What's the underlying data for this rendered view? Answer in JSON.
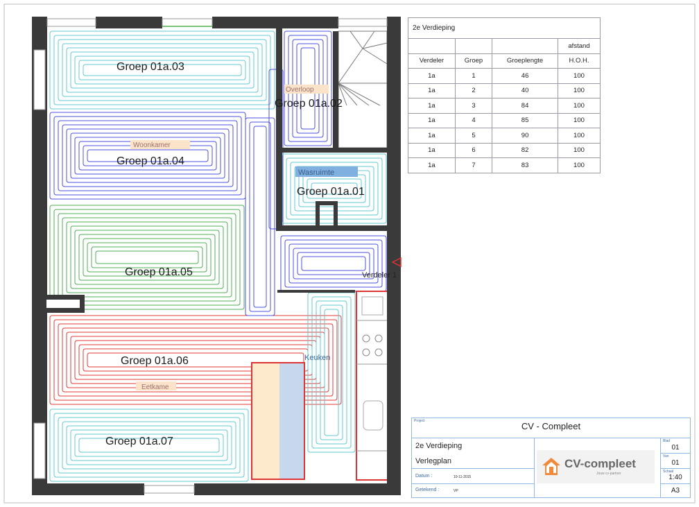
{
  "drawing": {
    "groups": [
      {
        "name": "Groep 01a.03",
        "color": "#5cc9d6"
      },
      {
        "name": "Groep 01a.02",
        "color": "#4b4fe0"
      },
      {
        "name": "Groep 01a.04",
        "color": "#4b4fe0"
      },
      {
        "name": "Groep 01a.01",
        "color": "#5cc9d6"
      },
      {
        "name": "Groep 01a.05",
        "color": "#4caf50"
      },
      {
        "name": "Groep 01a.06",
        "color": "#e53935"
      },
      {
        "name": "Groep 01a.07",
        "color": "#5cc9d6"
      }
    ],
    "rooms": {
      "overloop": "Overloop",
      "woonkamer": "Woonkamer",
      "wasruimte": "Wasruimte",
      "keuken": "Keuken",
      "eetkamer": "Eetkame"
    },
    "manifold_label": "Verdeler 1",
    "wall_color": "#3a3a3a"
  },
  "schedule": {
    "title": "2e Verdieping",
    "header_top": "afstand",
    "headers": [
      "Verdeler",
      "Groep",
      "Groeplengte",
      "H.O.H."
    ],
    "rows": [
      [
        "1a",
        "1",
        "46",
        "100"
      ],
      [
        "1a",
        "2",
        "40",
        "100"
      ],
      [
        "1a",
        "3",
        "84",
        "100"
      ],
      [
        "1a",
        "4",
        "85",
        "100"
      ],
      [
        "1a",
        "5",
        "90",
        "100"
      ],
      [
        "1a",
        "6",
        "82",
        "100"
      ],
      [
        "1a",
        "7",
        "83",
        "100"
      ]
    ]
  },
  "titleblock": {
    "small_header": "Project",
    "project": "CV - Compleet",
    "line1": "2e Verdieping",
    "line2": "Verlegplan",
    "datum_label": "Datum :",
    "datum_value": "10-11-2015",
    "getekend_label": "Getekend :",
    "getekend_value": "VP",
    "logo_text": "CV-compleet",
    "logo_sub": "Jouw cv-partner",
    "sheet_label": "Blad",
    "sheet_value": "01",
    "of_label": "Van",
    "of_value": "01",
    "scale_label": "Schaal",
    "scale_value": "1:40",
    "format_value": "A3"
  }
}
